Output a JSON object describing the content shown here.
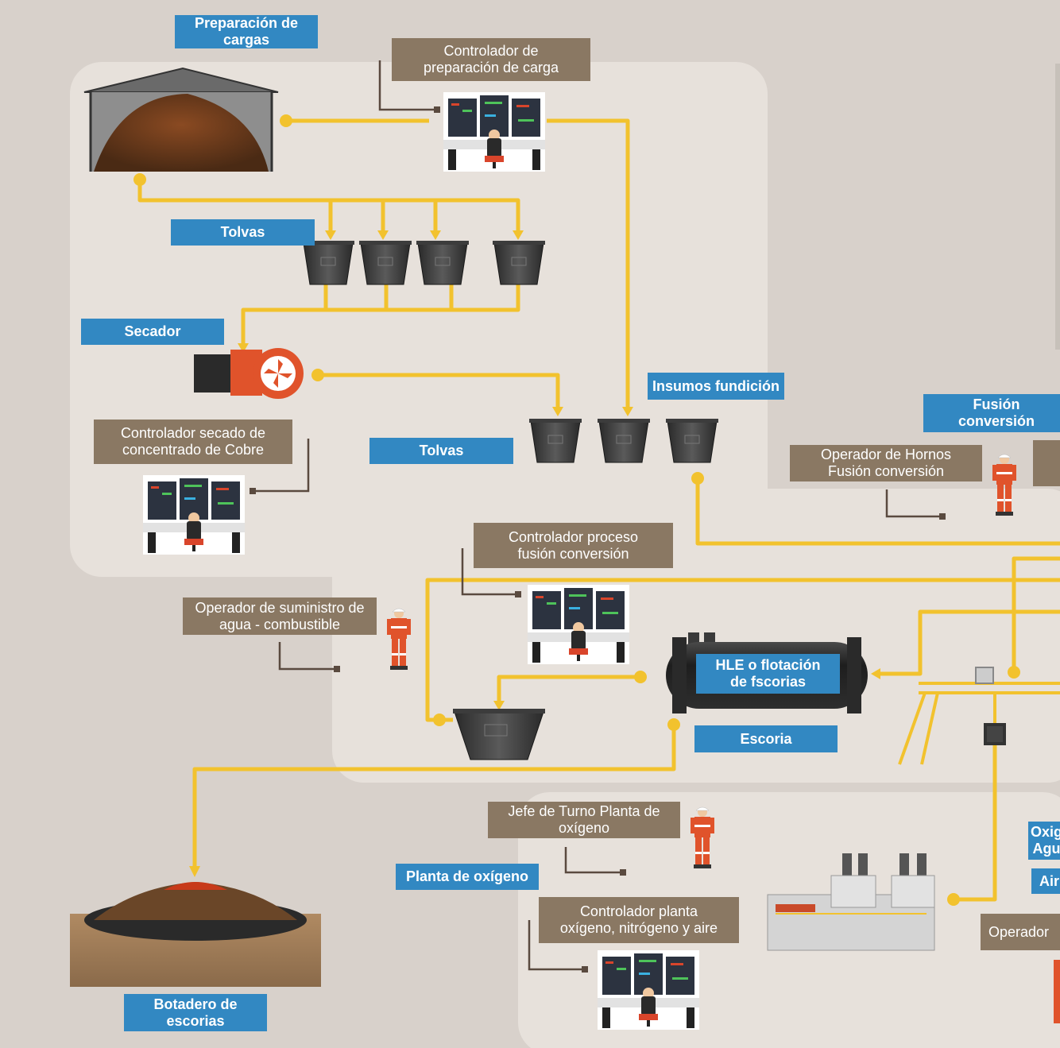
{
  "labels": {
    "preparacion_cargas": "Preparación de\ncargas",
    "controlador_preparacion": "Controlador de\npreparación de carga",
    "tolvas_top": "Tolvas",
    "secador": "Secador",
    "insumos_fundicion": "Insumos fundición",
    "controlador_secado": "Controlador secado de\nconcentrado de Cobre",
    "tolvas_mid": "Tolvas",
    "fusion_conversion": "Fusión conversión",
    "operador_hornos": "Operador de Hornos\nFusión conversión",
    "controlador_fusion": "Controlador proceso\nfusión conversión",
    "operador_suministro": "Operador de suministro de\nagua - combustible",
    "hle_flotacion": "HLE o flotación\nde fscorias",
    "escoria": "Escoria",
    "jefe_turno": "Jefe de Turno Planta de\noxígeno",
    "planta_oxigeno": "Planta de oxígeno",
    "controlador_planta": "Controlador planta\noxígeno, nitrógeno y aire",
    "oxig_agu": "Oxig\nAgu",
    "air": "Air",
    "operador_right": "Operador",
    "botadero": "Botadero de\nescorias"
  },
  "colors": {
    "background": "#d8d1cb",
    "panel": "#e6e0da",
    "blue_label": "#3288c2",
    "brown_label": "#8a7863",
    "flow_line": "#f2c22e",
    "connector": "#5a4a3f"
  }
}
